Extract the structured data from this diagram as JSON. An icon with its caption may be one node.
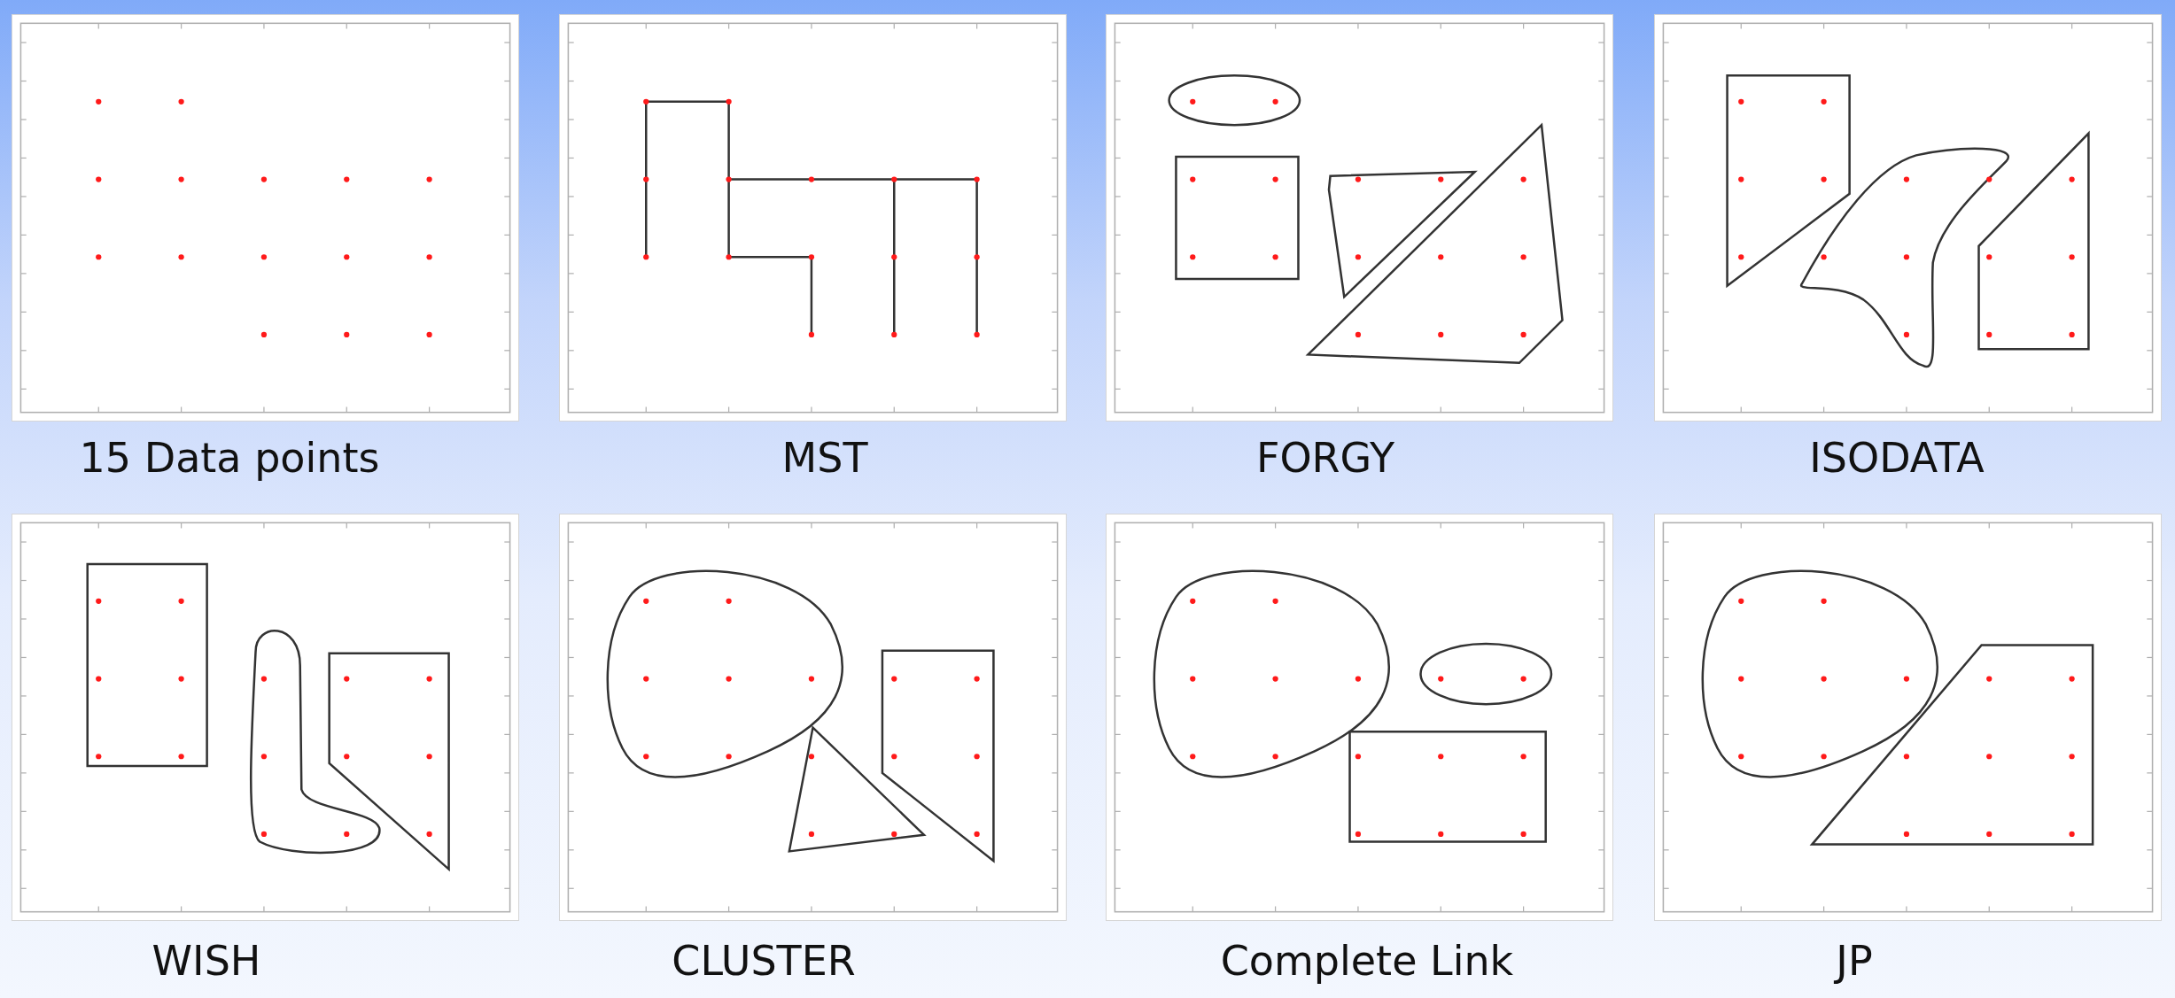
{
  "diagram": {
    "nodes": [
      {
        "text": [
          "15 Data points"
        ]
      },
      {
        "text": [
          "MST"
        ]
      },
      {
        "text": [
          "FORGY"
        ]
      },
      {
        "text": [
          "ISODATA"
        ]
      },
      {
        "text": [
          "WISH"
        ]
      },
      {
        "text": [
          "CLUSTER"
        ]
      },
      {
        "text": [
          "Complete Link"
        ]
      },
      {
        "text": [
          "JP"
        ]
      }
    ]
  }
}
